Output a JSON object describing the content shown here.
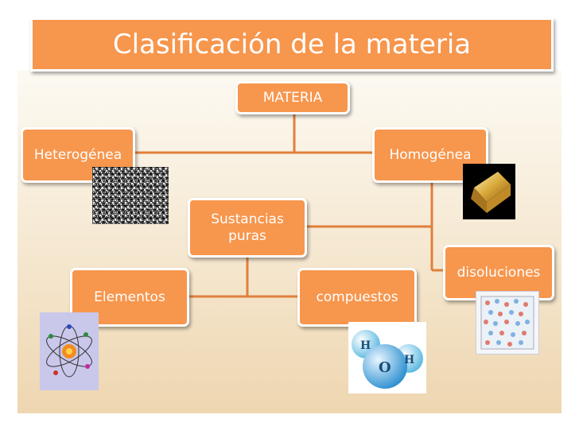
{
  "title": "Clasificación de la materia",
  "nodes": {
    "materia": "MATERIA",
    "heterogenea": "Heterogénea",
    "homogenea": "Homogénea",
    "sustancias_puras": "Sustancias puras",
    "disoluciones": "disoluciones",
    "elementos": "Elementos",
    "compuestos": "compuestos"
  },
  "water_molecule_labels": {
    "hydrogen_1": "H",
    "oxygen": "O",
    "hydrogen_2": "H"
  },
  "colors": {
    "box_fill": "#f7964d",
    "connector": "#e0803c",
    "box_text": "#ffffff"
  }
}
